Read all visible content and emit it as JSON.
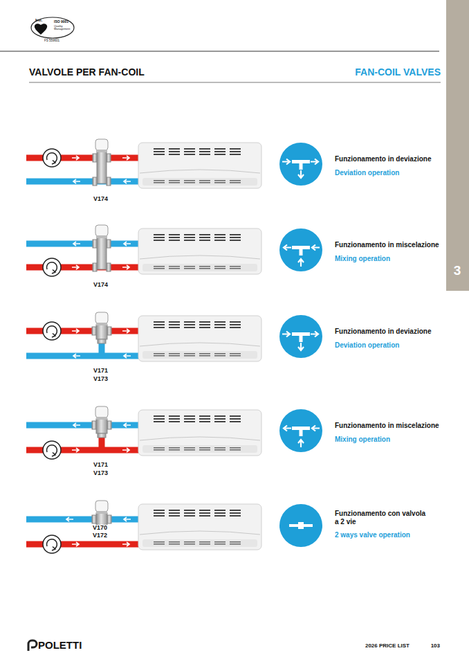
{
  "diagram": {
    "title": "VALVOLE PER FAN-COIL",
    "nodes": [
      {
        "text": [
          "Funzionamento in deviazione",
          "Deviation operation"
        ]
      },
      {
        "text": [
          "Funzionamento in miscelazione",
          "Mixing operation"
        ]
      },
      {
        "text": [
          "Funzionamento in deviazione",
          "Deviation operation"
        ]
      },
      {
        "text": [
          "Funzionamento in miscelazione",
          "Mixing operation"
        ]
      },
      {
        "text": [
          "Funzionamento con valvola a 2 vie",
          "2 ways valve operation"
        ]
      }
    ],
    "labels": [
      "bsi.",
      "ISO 9001",
      "Quality Management",
      "FS 559601",
      "FAN-COIL VALVES",
      "3",
      "V174",
      "V174",
      "V171",
      "V173",
      "V171",
      "V173",
      "V170",
      "V172",
      "POLETTI",
      "2026 PRICE LIST",
      "103"
    ]
  }
}
